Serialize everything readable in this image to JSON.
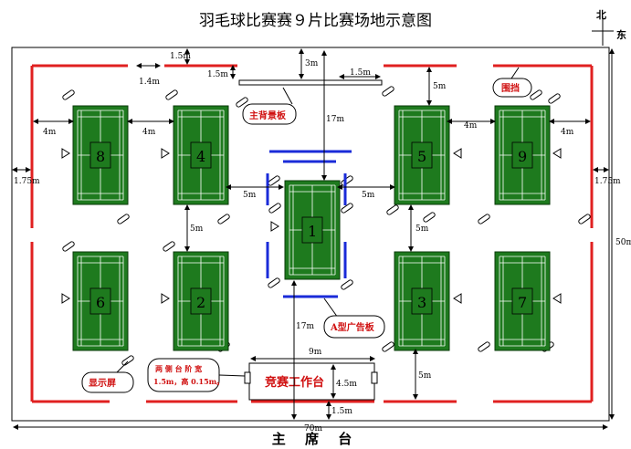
{
  "title": "羽毛球比赛赛９片比赛场地示意图",
  "bottom_label": "主 席 台",
  "compass": {
    "north": "北",
    "east": "东"
  },
  "court_numbers": [
    "8",
    "4",
    "1",
    "5",
    "9",
    "6",
    "2",
    "3",
    "7"
  ],
  "callouts": {
    "backboard": "主背景板",
    "fence": "围挡",
    "a_board": "A型广告板",
    "screen": "显示屏",
    "table_title": "竞赛工作台",
    "side_platform_1": "两 侧 台 阶 宽",
    "side_platform_2": "1.5m，高 0.15m。"
  },
  "dimensions": {
    "top_gap_left": "1.5m",
    "top_gap_right": "1.5m",
    "court_to_top": "3m",
    "fence_gap": "1.4m",
    "backboard_gap": "1.5m",
    "court_gap_h1": "4m",
    "court_gap_h2": "4m",
    "court_gap_h3": "4m",
    "court_gap_h4": "4m",
    "gap_right_top": "5m",
    "center_v_top": "17m",
    "center_v_bottom": "17m",
    "center_left": "5m",
    "center_right": "5m",
    "row_gap_left": "5m",
    "row_gap_right": "5m",
    "side_left": "1.75m",
    "side_right": "1.75m",
    "height_total": "50m",
    "table_width": "9m",
    "table_height": "4.5m",
    "bottom_gap": "5m",
    "table_bottom_gap": "1.5m",
    "width_total": "70m"
  },
  "colors": {
    "court_green": "#1e7a1e",
    "court_line": "#ffffff",
    "fence_red": "#e02020",
    "board_blue": "#1a2bd8",
    "callout_text": "#d01010"
  }
}
